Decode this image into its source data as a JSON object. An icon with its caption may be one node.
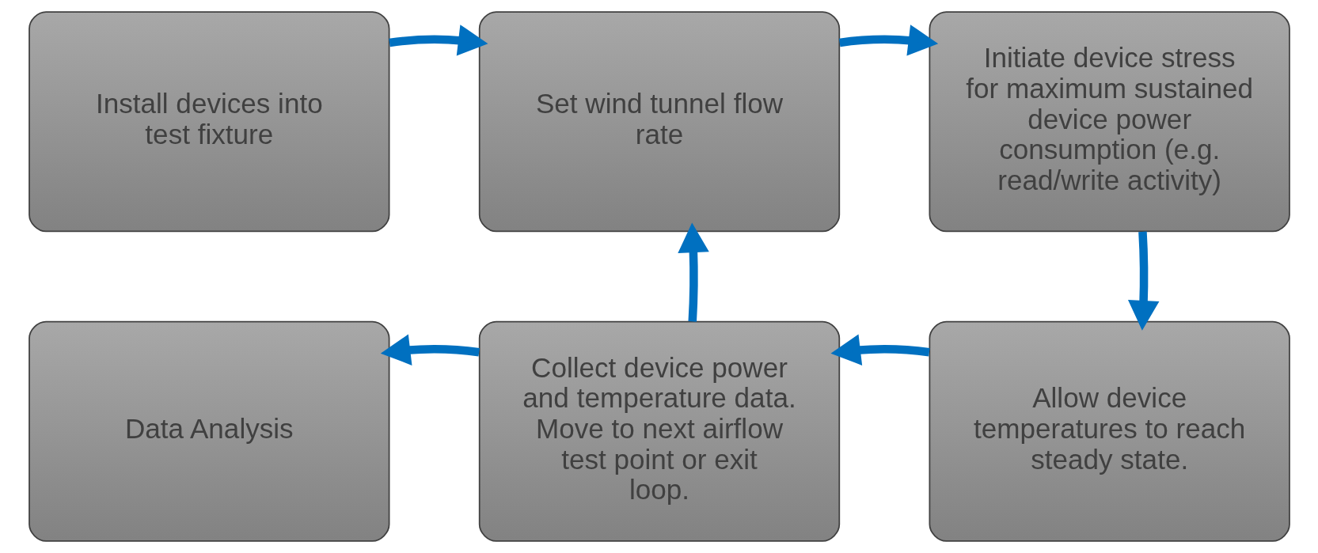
{
  "diagram": {
    "nodes": [
      {
        "text": [
          "Install devices into test fixture"
        ]
      },
      {
        "text": [
          "Set wind tunnel flow rate"
        ]
      },
      {
        "text": [
          "Initiate device stress for maximum sustained device power consumption (e.g. read/write activity)"
        ]
      },
      {
        "text": [
          "Allow device temperatures to reach steady state."
        ]
      },
      {
        "text": [
          "Collect device power and temperature data. Move to next airflow test point or exit loop."
        ]
      },
      {
        "text": [
          "Data Analysis"
        ]
      }
    ],
    "edges": [
      {
        "from": 0,
        "to": 1,
        "arrow": "to"
      },
      {
        "from": 1,
        "to": 2,
        "arrow": "to"
      },
      {
        "from": 2,
        "to": 3,
        "arrow": "to"
      },
      {
        "from": 3,
        "to": 4,
        "arrow": "to"
      },
      {
        "from": 4,
        "to": 1,
        "arrow": "to"
      },
      {
        "from": 4,
        "to": 5,
        "arrow": "to"
      }
    ]
  }
}
